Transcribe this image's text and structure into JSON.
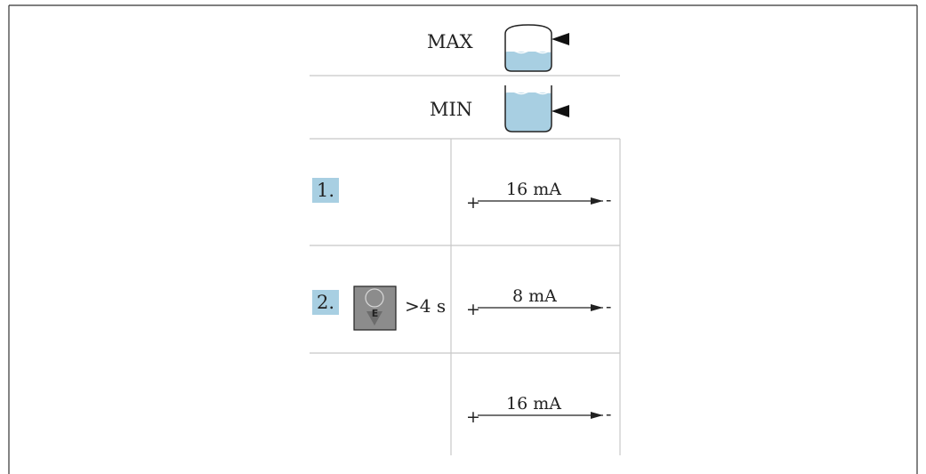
{
  "header": {
    "max_label": "MAX",
    "min_label": "MIN"
  },
  "steps": [
    {
      "number": "1.",
      "current": "16 mA"
    },
    {
      "number": "2.",
      "current": "8 mA",
      "hold_time": ">4 s",
      "button_key": "E"
    },
    {
      "number": "",
      "current": "16 mA"
    }
  ],
  "terminals": {
    "plus": "+",
    "minus": "-"
  },
  "colors": {
    "liquid": "#a8cfe2",
    "step_badge": "#a8cfe2",
    "button_body": "#8c8c8c",
    "line": "#c8c8c8"
  },
  "icons": [
    "tank-max-icon",
    "tank-min-icon",
    "level-pointer-icon",
    "push-button-icon",
    "current-arrow-icon"
  ]
}
